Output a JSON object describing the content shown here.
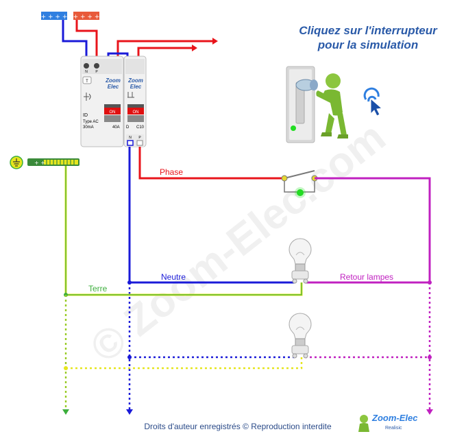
{
  "instruction": {
    "line1": "Cliquez sur l'interrupteur",
    "line2": "pour la simulation"
  },
  "labels": {
    "phase": "Phase",
    "neutre": "Neutre",
    "terre": "Terre",
    "retour": "Retour lampes"
  },
  "breaker_id": {
    "brand1": "Zoom",
    "brand2": "Elec",
    "t_button": "T",
    "terminal_n": "N",
    "terminal_p": "P",
    "on": "ON",
    "id": "ID",
    "type": "Type AC",
    "sensitivity": "30mA",
    "rating": "40A"
  },
  "breaker_c10": {
    "brand1": "Zoom",
    "brand2": "Elec",
    "on": "ON",
    "curve": "D",
    "rating": "C10",
    "terminal_n": "N",
    "terminal_p": "P"
  },
  "watermark": "© Zoom-Elec.com",
  "footer": {
    "copyright": "Droits d'auteur enregistrés © Reproduction interdite",
    "logo_main": "Zoom-Elec",
    "logo_sub": "Realisic"
  },
  "colors": {
    "phase": "#e8141b",
    "neutral": "#1a1ad8",
    "earth": "#e6e61e",
    "earth_green": "#3cae3c",
    "return": "#c020c0",
    "title": "#2a5aa8",
    "lamp_led": "#22dd22"
  }
}
